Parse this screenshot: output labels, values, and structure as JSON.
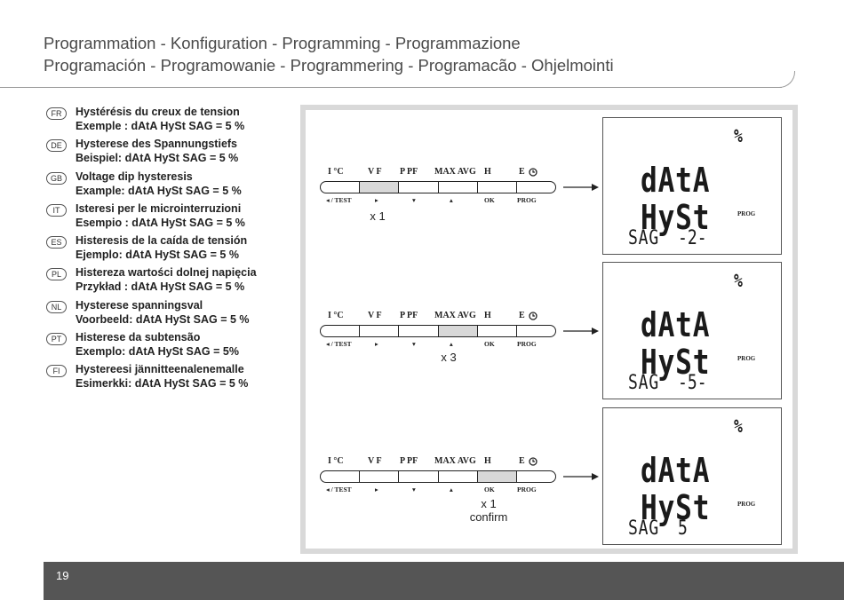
{
  "header": {
    "line1": "Programmation - Konfiguration - Programming - Programmazione",
    "line2": "Programación - Programowanie - Programmering - Programacão - Ohjelmointi"
  },
  "languages": [
    {
      "code": "FR",
      "title": "Hystérésis du creux de tension",
      "example": "Exemple : dAtA HySt SAG = 5 %"
    },
    {
      "code": "DE",
      "title": "Hysterese des Spannungstiefs",
      "example": "Beispiel: dAtA HySt SAG = 5 %"
    },
    {
      "code": "GB",
      "title": "Voltage dip hysteresis",
      "example": "Example: dAtA HySt SAG = 5 %"
    },
    {
      "code": "IT",
      "title": "Isteresi per le microinterruzioni",
      "example": "Esempio : dAtA HySt SAG = 5 %"
    },
    {
      "code": "ES",
      "title": "Histeresis de la caída de tensión",
      "example": "Ejemplo: dAtA HySt SAG = 5 %"
    },
    {
      "code": "PL",
      "title": "Histereza wartości dolnej napięcia",
      "example": "Przykład : dAtA HySt SAG = 5 %"
    },
    {
      "code": "NL",
      "title": "Hysterese spanningsval",
      "example": "Voorbeeld: dAtA HySt SAG = 5 %"
    },
    {
      "code": "PT",
      "title": "Histerese da subtensão",
      "example": "Exemplo: dAtA HySt SAG = 5%"
    },
    {
      "code": "FI",
      "title": "Hystereesi jännitteenalenemalle",
      "example": "Esimerkki: dAtA HySt SAG = 5 %"
    }
  ],
  "keypad": {
    "labels": [
      "I  °C",
      "V  F",
      "P  PF",
      "MAX AVG",
      "H",
      "E"
    ],
    "clock_icon": "clock-icon",
    "sublabels": [
      "◂ / TEST",
      "▸",
      "▾",
      "▴",
      "OK",
      "PROG"
    ]
  },
  "steps": [
    {
      "active_button": 1,
      "count": "x 1",
      "note": "",
      "display": {
        "unit": "%",
        "line1": "dAtA",
        "line2": "HySt",
        "sag_label": "SAG",
        "value": "-2-",
        "prog": "PROG"
      }
    },
    {
      "active_button": 3,
      "count": "x 3",
      "note": "",
      "display": {
        "unit": "%",
        "line1": "dAtA",
        "line2": "HySt",
        "sag_label": "SAG",
        "value": "-5-",
        "prog": "PROG"
      }
    },
    {
      "active_button": 4,
      "count": "x 1",
      "note": "confirm",
      "display": {
        "unit": "%",
        "line1": "dAtA",
        "line2": "HySt",
        "sag_label": "SAG",
        "value": "5",
        "prog": "PROG"
      }
    }
  ],
  "footer": {
    "page_number": "19"
  },
  "colors": {
    "footer_bg": "#555555",
    "panel_border": "#d9d9d9",
    "active_button": "#d8d8d8"
  }
}
